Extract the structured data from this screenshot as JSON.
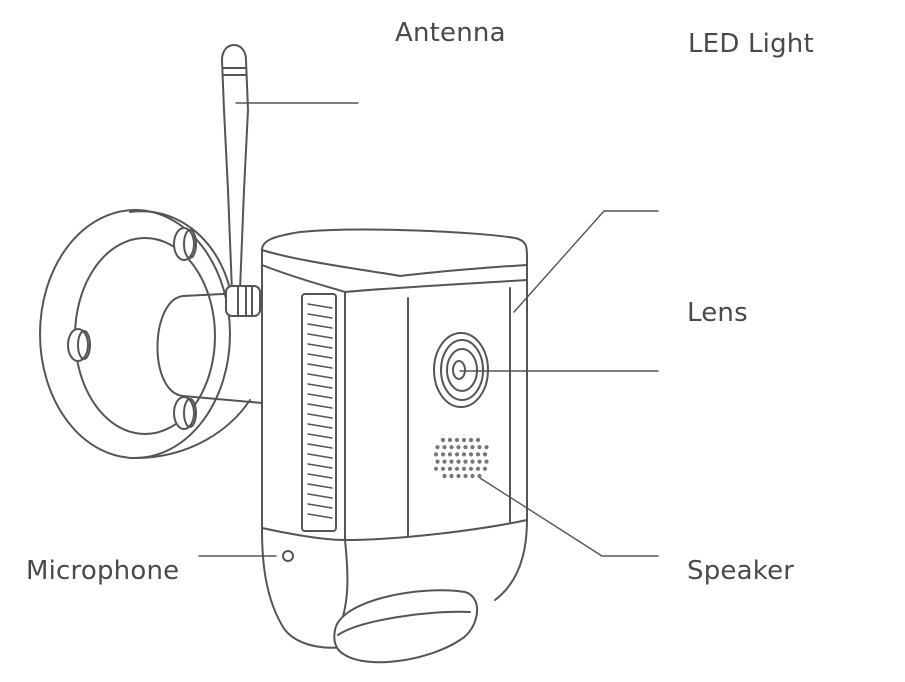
{
  "labels": {
    "antenna": "Antenna",
    "led_light": "LED Light",
    "lens": "Lens",
    "microphone": "Microphone",
    "speaker": "Speaker"
  },
  "colors": {
    "stroke": "#555555",
    "label_text": "#4a4a4a",
    "background": "#ffffff"
  }
}
